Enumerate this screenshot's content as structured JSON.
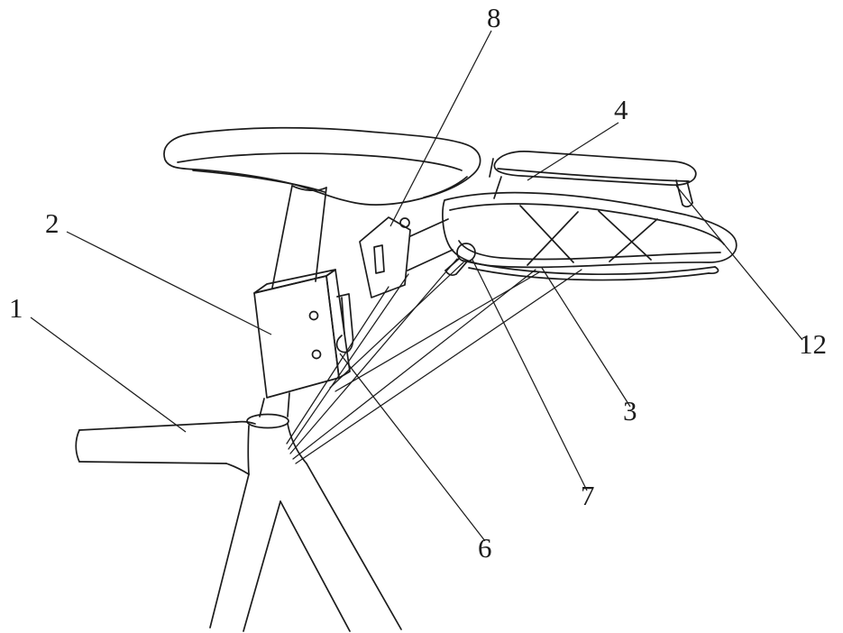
{
  "figure": {
    "type": "patent-line-drawing",
    "background": "#ffffff",
    "line_color": "#1c1c1c"
  },
  "labels": [
    {
      "id": "8",
      "text": "8"
    },
    {
      "id": "4",
      "text": "4"
    },
    {
      "id": "2",
      "text": "2"
    },
    {
      "id": "1",
      "text": "1"
    },
    {
      "id": "12",
      "text": "12"
    },
    {
      "id": "3",
      "text": "3"
    },
    {
      "id": "7",
      "text": "7"
    },
    {
      "id": "6",
      "text": "6"
    }
  ]
}
